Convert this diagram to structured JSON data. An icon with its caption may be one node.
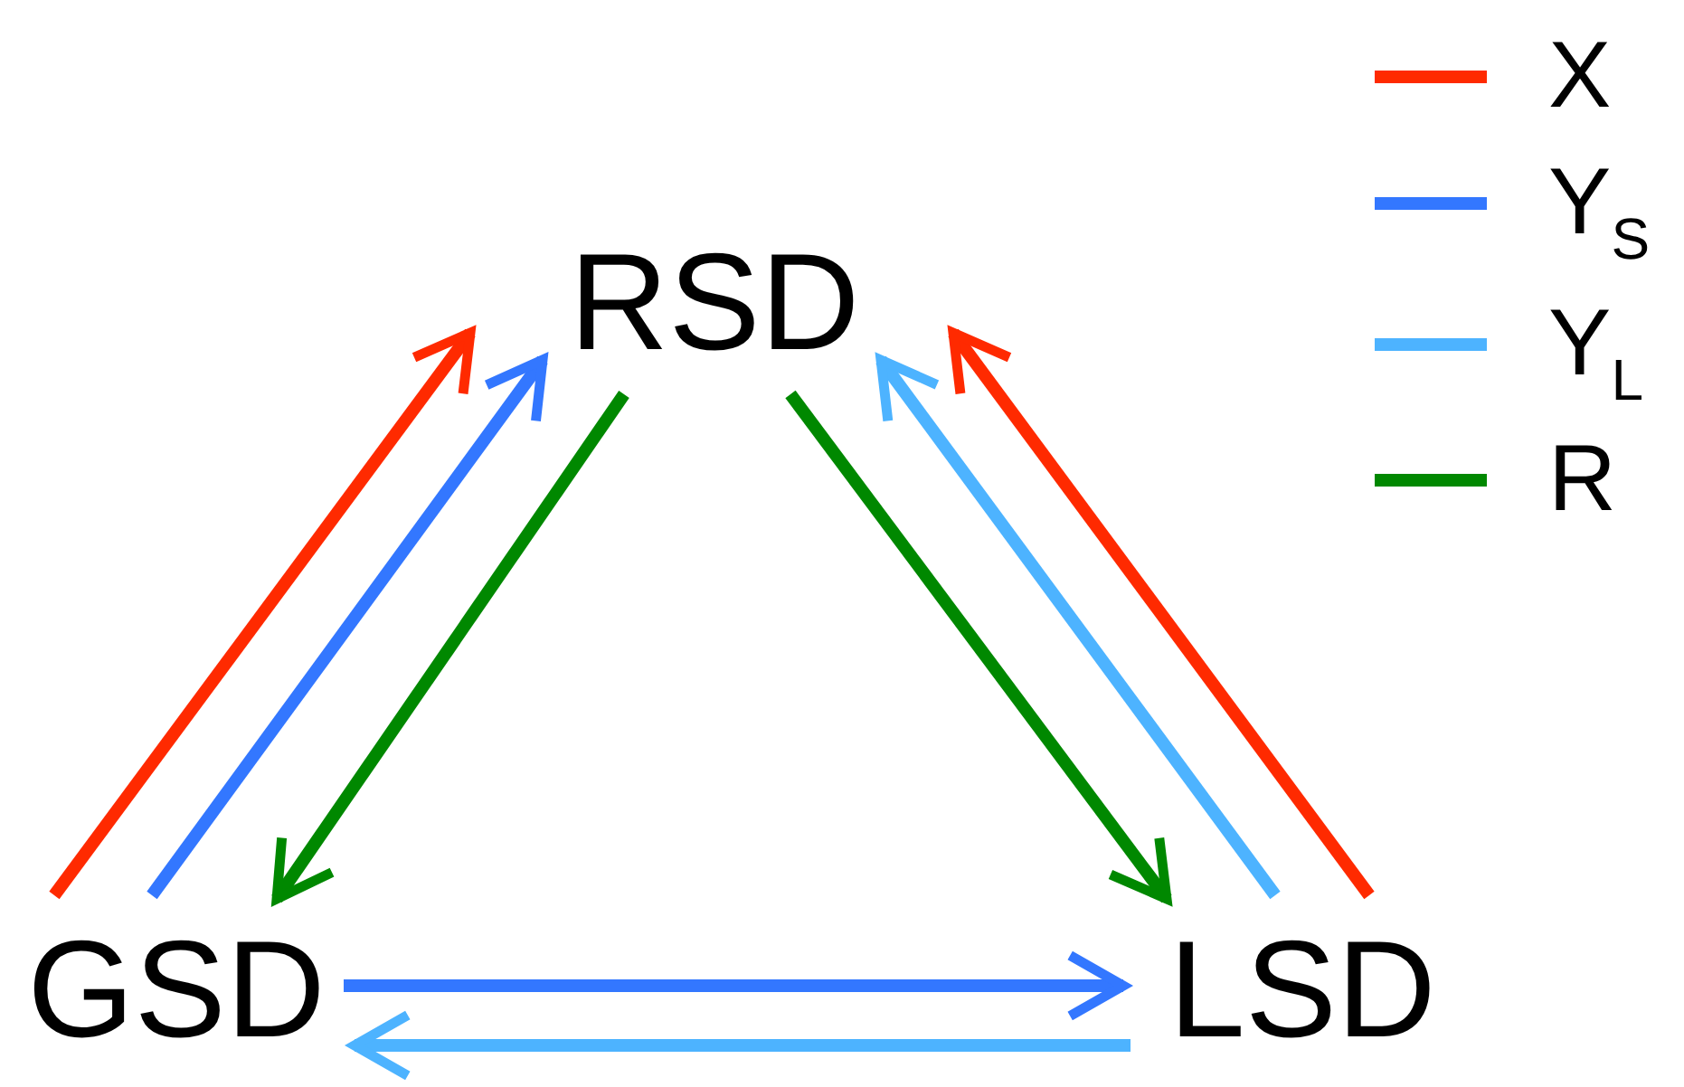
{
  "diagram": {
    "nodes": [
      {
        "text": [
          "RSD"
        ]
      },
      {
        "text": [
          "GSD"
        ]
      },
      {
        "text": [
          "LSD"
        ]
      }
    ],
    "edges": [
      {
        "from": 1,
        "to": 0,
        "arrow": "to",
        "color": "#ff2a00"
      },
      {
        "from": 1,
        "to": 0,
        "arrow": "to",
        "color": "#3377ff"
      },
      {
        "from": 0,
        "to": 1,
        "arrow": "to",
        "color": "#008800"
      },
      {
        "from": 0,
        "to": 2,
        "arrow": "to",
        "color": "#008800"
      },
      {
        "from": 2,
        "to": 0,
        "arrow": "to",
        "color": "#4db3ff"
      },
      {
        "from": 2,
        "to": 0,
        "arrow": "to",
        "color": "#ff2a00"
      },
      {
        "from": 1,
        "to": 2,
        "arrow": "to",
        "color": "#3377ff"
      },
      {
        "from": 2,
        "to": 1,
        "arrow": "to",
        "color": "#4db3ff"
      }
    ],
    "legend": [
      {
        "text": "X",
        "color": "#ff2a00"
      },
      {
        "text": "Y$_{S}$",
        "color": "#3377ff"
      },
      {
        "text": "Y$_{L}$",
        "color": "#4db3ff"
      },
      {
        "text": "R",
        "color": "#008800"
      }
    ]
  }
}
